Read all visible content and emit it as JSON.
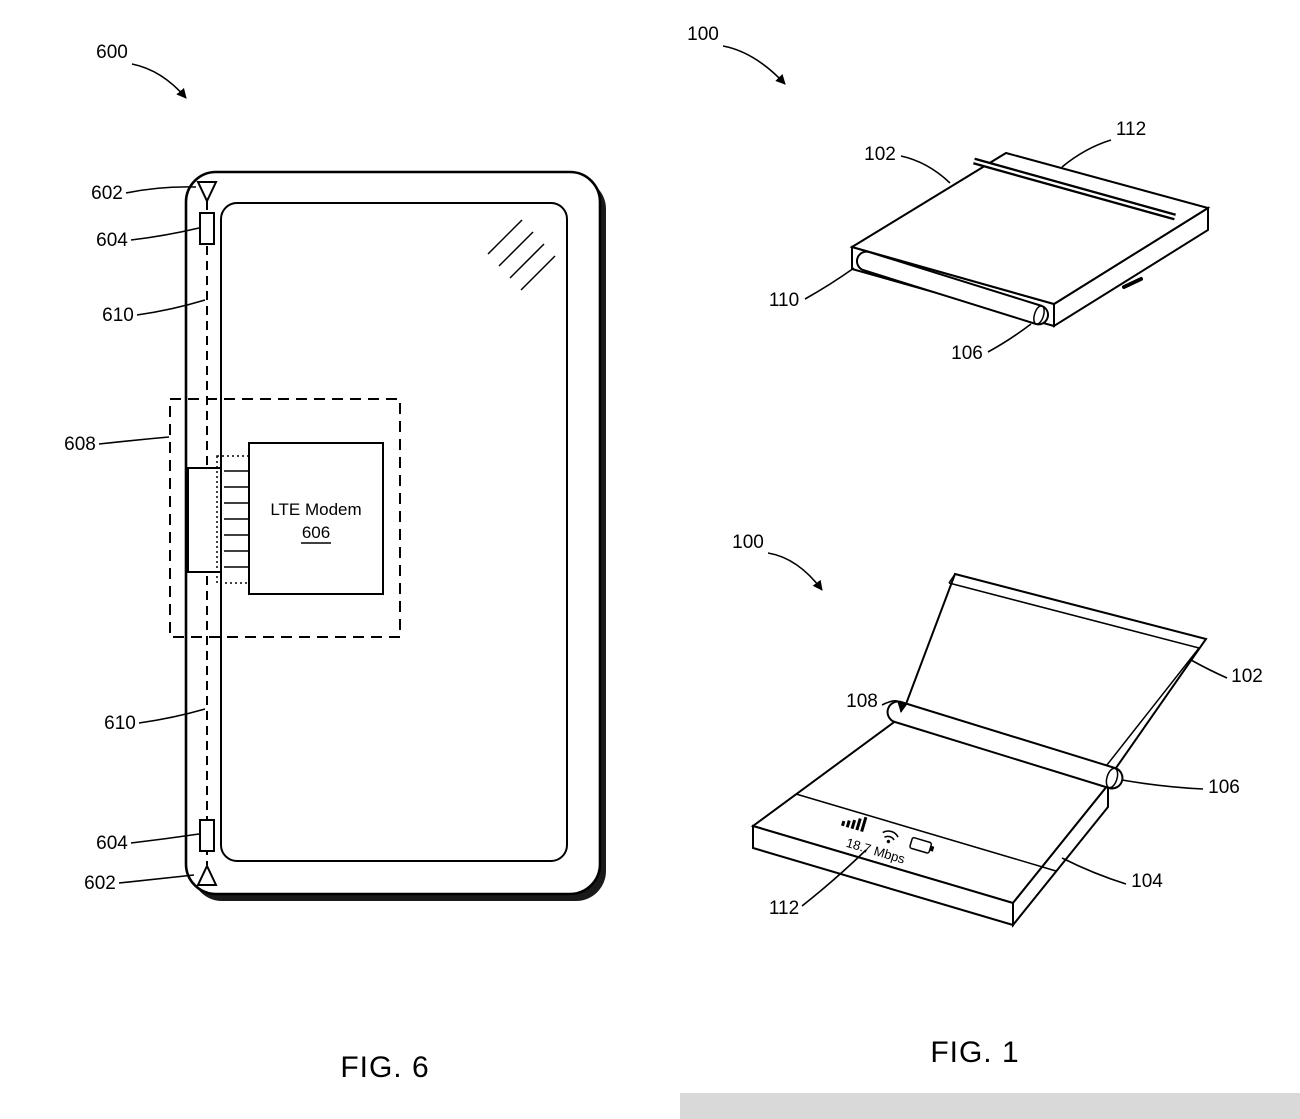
{
  "fig6": {
    "caption": "FIG. 6",
    "ref_600": "600",
    "ref_602_top": "602",
    "ref_604_top": "604",
    "ref_610_top": "610",
    "ref_608": "608",
    "ref_610_bottom": "610",
    "ref_604_bottom": "604",
    "ref_602_bottom": "602",
    "modem": {
      "label": "LTE Modem",
      "number": "606"
    }
  },
  "fig1": {
    "caption": "FIG. 1",
    "closed": {
      "ref_100": "100",
      "ref_102": "102",
      "ref_112": "112",
      "ref_110": "110",
      "ref_106": "106"
    },
    "open": {
      "ref_100": "100",
      "ref_108": "108",
      "ref_102": "102",
      "ref_106": "106",
      "ref_104": "104",
      "ref_112": "112",
      "display_readout": "18.7 Mbps"
    }
  },
  "colors": {
    "ink": "#000000",
    "paper": "#ffffff",
    "artifact_gray": "#d9d9d9"
  }
}
